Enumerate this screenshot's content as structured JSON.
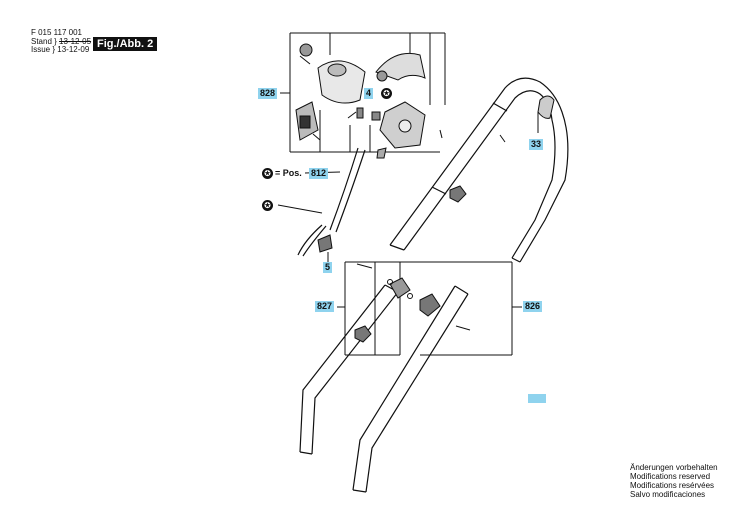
{
  "header": {
    "doc_number": "F 015 117 001",
    "stand_label": "Stand",
    "stand_old_date": "13-12-05",
    "issue_label": "Issue",
    "issue_date": "13-12-09",
    "figure_badge": "Fig./Abb. 2"
  },
  "callouts": {
    "c828": "828",
    "c4": "4",
    "c33": "33",
    "c812": "812",
    "pos_text": "= Pos.",
    "c5": "5",
    "c827": "827",
    "c826": "826"
  },
  "star_symbol": "✪",
  "notes": [
    "Änderungen vorbehalten",
    "Modifications reserved",
    "Modifications resérvées",
    "Salvo modificaciones"
  ],
  "colors": {
    "callout_bg": "#8fd3ee",
    "line": "#111111"
  }
}
